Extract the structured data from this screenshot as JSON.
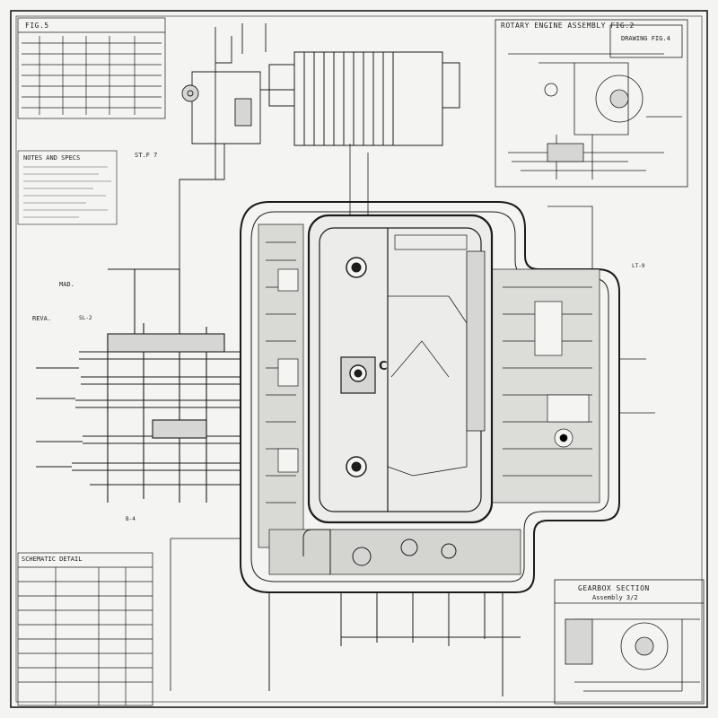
{
  "palette": {
    "paper": "#f4f4f2",
    "ink": "#1c1c1c",
    "faint": "#8a8a8a",
    "fill": "#d6d6d4"
  },
  "labels": {
    "top_left_title": "FIG.5",
    "top_right_title": "ROTARY ENGINE ASSEMBLY FIG.2",
    "top_right_sub": "DRAWING FIG.4",
    "left_notes_title": "NOTES AND SPECS",
    "mid_left_tag": "ST.F 7",
    "left_tag_a": "MAD.",
    "left_tag_b": "REVA.",
    "center_letter": "C",
    "bottom_left_title": "SCHEMATIC DETAIL",
    "bottom_right_title": "GEARBOX SECTION",
    "bottom_right_sub": "Assembly 3/2",
    "callout_pipe": "SL-2",
    "callout_right": "LT-9",
    "callout_lower": "B-4"
  }
}
